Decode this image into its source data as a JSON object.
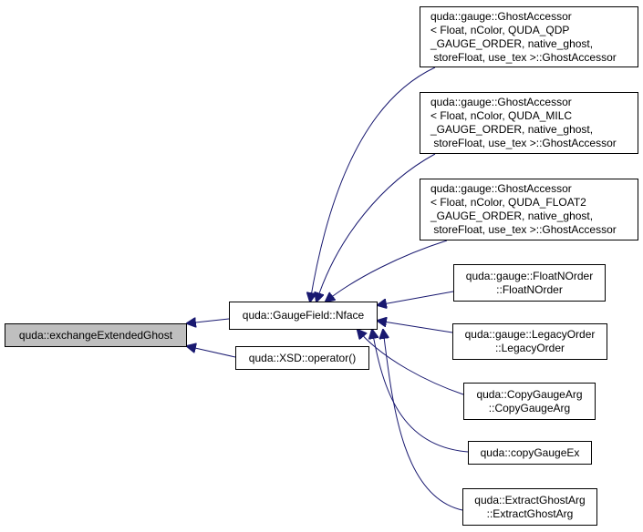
{
  "colors": {
    "edge": "#191970",
    "box_border": "#000000",
    "root_fill": "#bfbfbf",
    "node_fill": "#ffffff"
  },
  "nodes": {
    "exchange": {
      "lines": [
        "quda::exchangeExtendedGhost"
      ]
    },
    "nface": {
      "lines": [
        "quda::GaugeField::Nface"
      ]
    },
    "xsd": {
      "lines": [
        "quda::XSD::operator()"
      ]
    },
    "ghost_qdp": {
      "lines": [
        "quda::gauge::GhostAccessor",
        "< Float, nColor, QUDA_QDP",
        "_GAUGE_ORDER, native_ghost,",
        " storeFloat, use_tex >::GhostAccessor"
      ]
    },
    "ghost_milc": {
      "lines": [
        "quda::gauge::GhostAccessor",
        "< Float, nColor, QUDA_MILC",
        "_GAUGE_ORDER, native_ghost,",
        " storeFloat, use_tex >::GhostAccessor"
      ]
    },
    "ghost_float2": {
      "lines": [
        "quda::gauge::GhostAccessor",
        "< Float, nColor, QUDA_FLOAT2",
        "_GAUGE_ORDER, native_ghost,",
        " storeFloat, use_tex >::GhostAccessor"
      ]
    },
    "floatn": {
      "lines": [
        "quda::gauge::FloatNOrder",
        "::FloatNOrder"
      ]
    },
    "legacy": {
      "lines": [
        "quda::gauge::LegacyOrder",
        "::LegacyOrder"
      ]
    },
    "copyarg": {
      "lines": [
        "quda::CopyGaugeArg",
        "::CopyGaugeArg"
      ]
    },
    "copyex": {
      "lines": [
        "quda::copyGaugeEx"
      ]
    },
    "extract": {
      "lines": [
        "quda::ExtractGhostArg",
        "::ExtractGhostArg"
      ]
    }
  }
}
